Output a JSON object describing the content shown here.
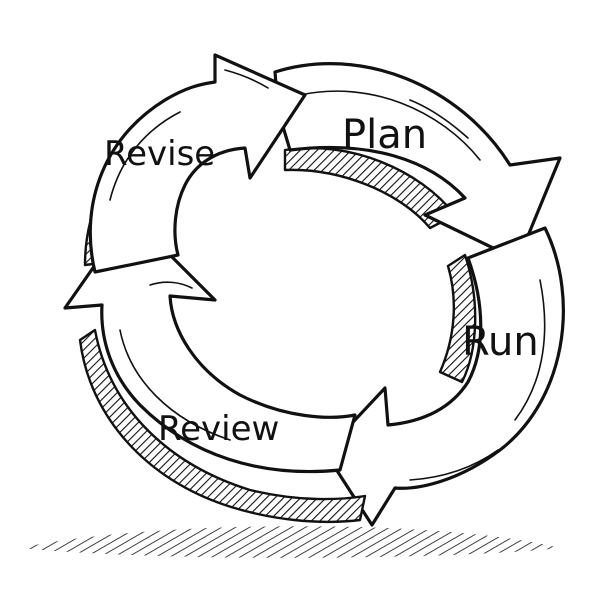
{
  "diagram": {
    "type": "cycle",
    "stages": [
      {
        "id": "plan",
        "label": "Plan"
      },
      {
        "id": "run",
        "label": "Run"
      },
      {
        "id": "review",
        "label": "Review"
      },
      {
        "id": "revise",
        "label": "Revise"
      }
    ],
    "colors": {
      "ink": "#111111",
      "paper": "#ffffff"
    },
    "style": "hand-drawn sketch, hatched arrow shading, ground shadow"
  }
}
